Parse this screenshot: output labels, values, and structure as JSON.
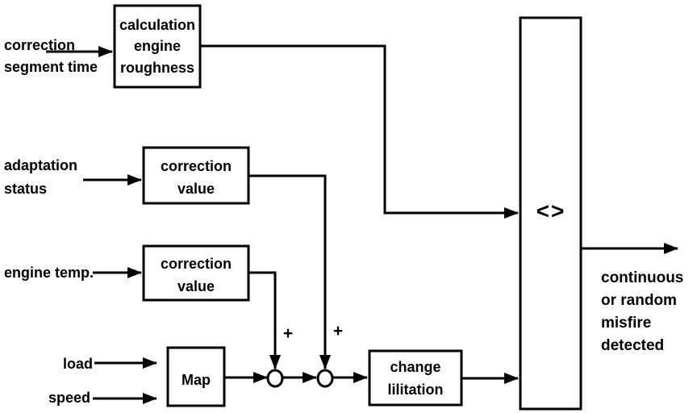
{
  "colors": {
    "background": "#ffffff",
    "ink": "#000000"
  },
  "inputs": {
    "segment_time": {
      "line1": "correction",
      "line2": "segment time"
    },
    "adaptation": {
      "line1": "adaptation",
      "line2": "status"
    },
    "engine_temp": {
      "line1": "engine temp."
    },
    "load": {
      "line1": "load"
    },
    "speed": {
      "line1": "speed"
    }
  },
  "blocks": {
    "roughness_calc": {
      "line1": "calculation",
      "line2": "engine",
      "line3": "roughness"
    },
    "correction_value_top": {
      "line1": "correction",
      "line2": "value"
    },
    "correction_value_bottom": {
      "line1": "correction",
      "line2": "value"
    },
    "map": {
      "line1": "Map"
    },
    "change_limitation": {
      "line1": "change",
      "line2": "lilitation"
    },
    "comparator": {
      "symbol": "<>"
    }
  },
  "operators": {
    "sum1_sign": "+",
    "sum2_sign": "+"
  },
  "output": {
    "line1": "continuous",
    "line2": "or random",
    "line3": "misfire",
    "line4": "detected"
  }
}
